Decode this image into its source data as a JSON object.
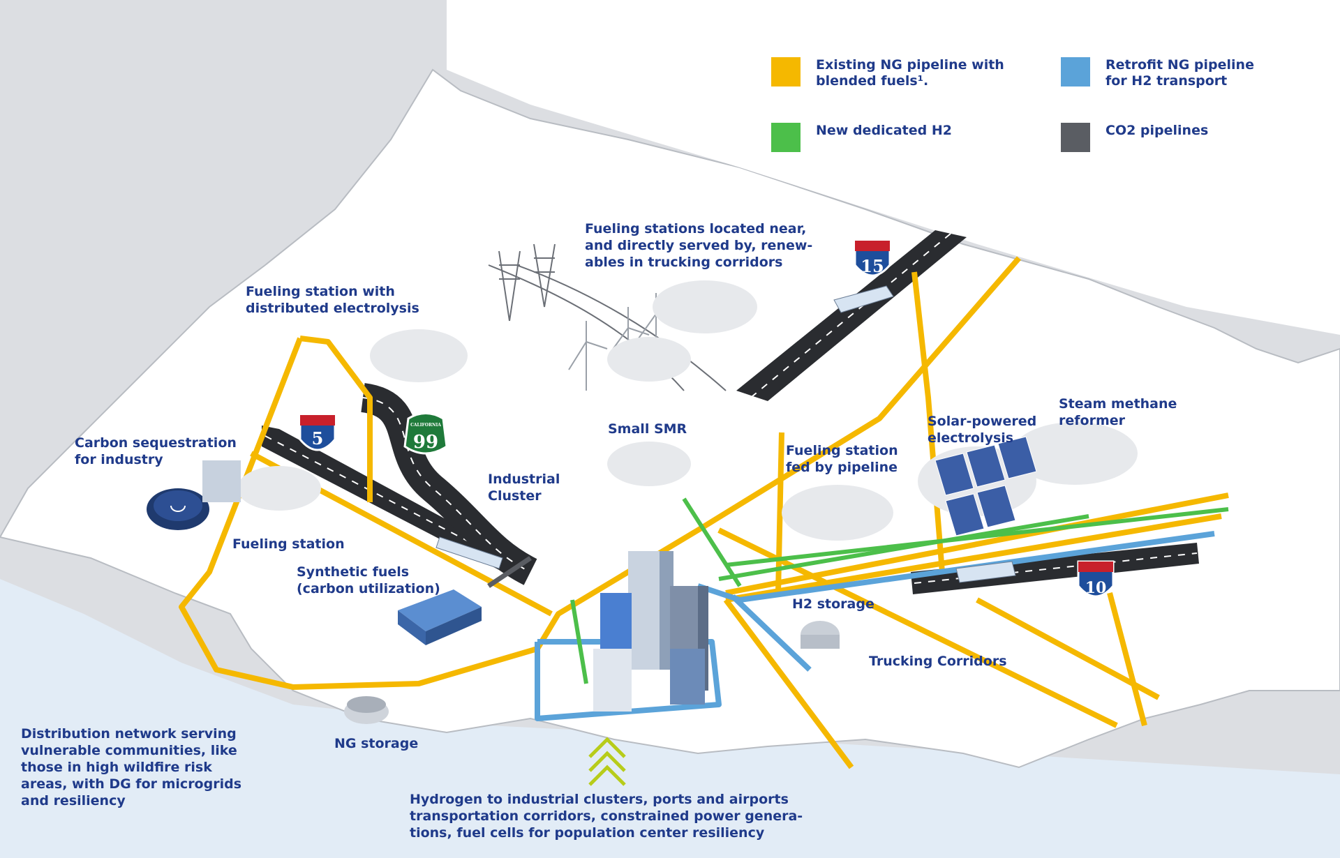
{
  "legend": [
    {
      "id": "existing-ng",
      "text": "Existing NG pipeline with\nblended fuels¹.",
      "color": "#f5b800"
    },
    {
      "id": "retrofit-ng",
      "text": "Retrofit NG pipeline\nfor H2 transport",
      "color": "#5ba3d9"
    },
    {
      "id": "new-h2",
      "text": "New dedicated H2",
      "color": "#4cbf4a"
    },
    {
      "id": "co2",
      "text": "CO2 pipelines",
      "color": "#5a5d63"
    }
  ],
  "labels": {
    "fueling_renewables": "Fueling stations located near,\nand directly served by, renew-\nables in trucking corridors",
    "fueling_electrolysis": "Fueling station with\ndistributed electrolysis",
    "carbon_sequestration": "Carbon sequestration\nfor industry",
    "small_smr": "Small SMR",
    "industrial_cluster": "Industrial\nCluster",
    "fueling_pipeline": "Fueling station\nfed by pipeline",
    "solar_electrolysis": "Solar-powered\nelectrolysis",
    "steam_reformer": "Steam methane\nreformer",
    "fueling_station": "Fueling station",
    "synthetic_fuels": "Synthetic fuels\n(carbon utilization)",
    "h2_storage": "H2 storage",
    "trucking_corridors": "Trucking Corridors",
    "ng_storage": "NG storage",
    "distribution_network": "Distribution network serving\nvulnerable communities, like\nthose in high wildfire risk\nareas, with DG for microgrids\nand resiliency",
    "hydrogen_industrial": "Hydrogen to industrial clusters, ports and airports\ntransportation corridors, constrained power genera-\ntions, fuel cells for population center resiliency"
  },
  "shields": {
    "i15": "15",
    "i5": "5",
    "ca99": "99",
    "ca99_top": "CALIFORNIA",
    "i10": "10"
  },
  "colors": {
    "land": "#ffffff",
    "outside": "#dcdee2",
    "ocean": "#e2ecf6",
    "road": "#2a2c30",
    "text": "#1f3a8a"
  }
}
